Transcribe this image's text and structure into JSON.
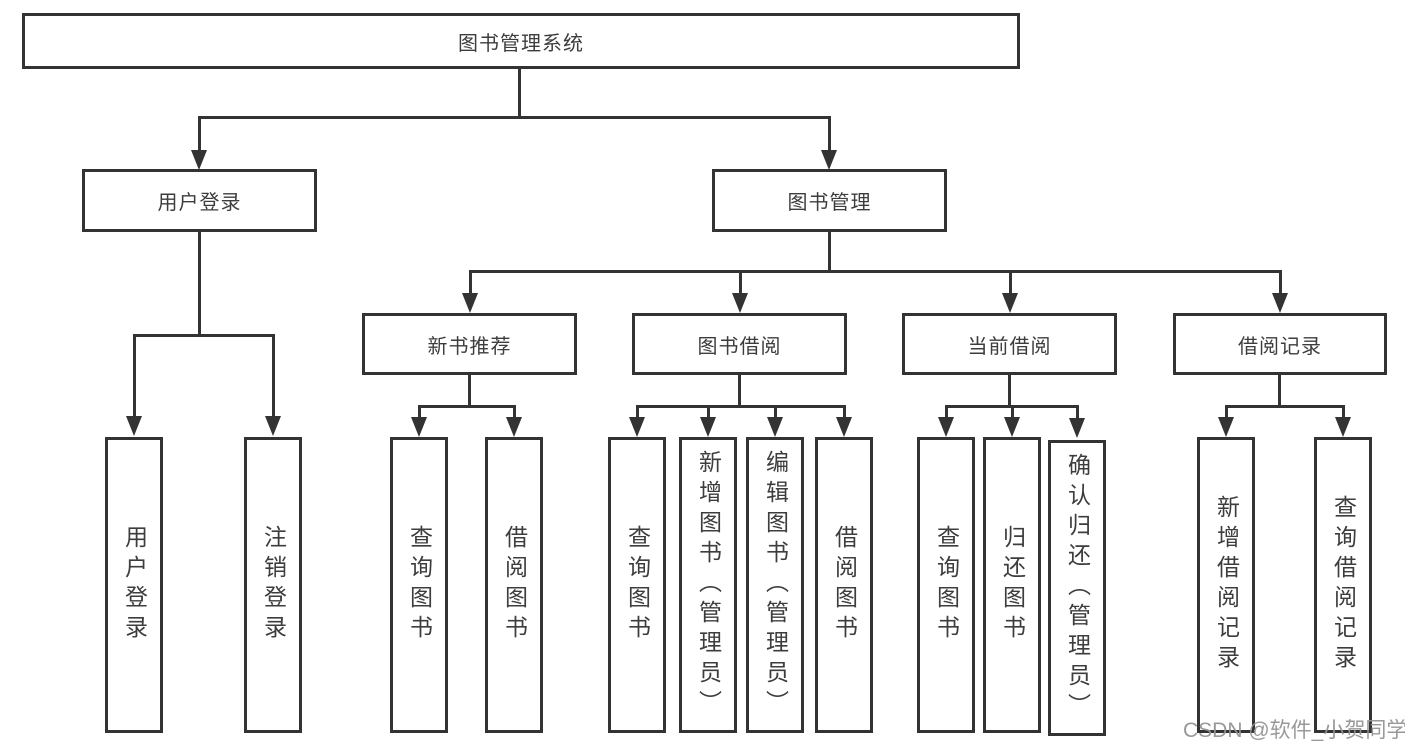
{
  "nodes": {
    "root": {
      "label": "图书管理系统"
    },
    "user_login": {
      "label": "用户登录"
    },
    "book_mgmt": {
      "label": "图书管理"
    },
    "new_book_rec": {
      "label": "新书推荐"
    },
    "book_borrow": {
      "label": "图书借阅"
    },
    "current_borrow": {
      "label": "当前借阅"
    },
    "borrow_records": {
      "label": "借阅记录"
    },
    "leaf_user_login": {
      "label": "用户登录"
    },
    "leaf_logout": {
      "label": "注销登录"
    },
    "leaf_rec_query_book": {
      "label": "查询图书"
    },
    "leaf_rec_borrow_book": {
      "label": "借阅图书"
    },
    "leaf_bb_query_book": {
      "label": "查询图书"
    },
    "leaf_bb_add_book": {
      "label": "新增图书（管理员）"
    },
    "leaf_bb_edit_book": {
      "label": "编辑图书（管理员）"
    },
    "leaf_bb_borrow_book": {
      "label": "借阅图书"
    },
    "leaf_cb_query_book": {
      "label": "查询图书"
    },
    "leaf_cb_return_book": {
      "label": "归还图书"
    },
    "leaf_cb_confirm_return": {
      "label": "确认归还（管理员）"
    },
    "leaf_br_add_record": {
      "label": "新增借阅记录"
    },
    "leaf_br_query_record": {
      "label": "查询借阅记录"
    }
  },
  "watermark": {
    "text": "CSDN @软件_小贺同学"
  },
  "colors": {
    "line": "#333333",
    "text": "#3d3d3d",
    "background": "#ffffff",
    "watermark": "#949494"
  }
}
